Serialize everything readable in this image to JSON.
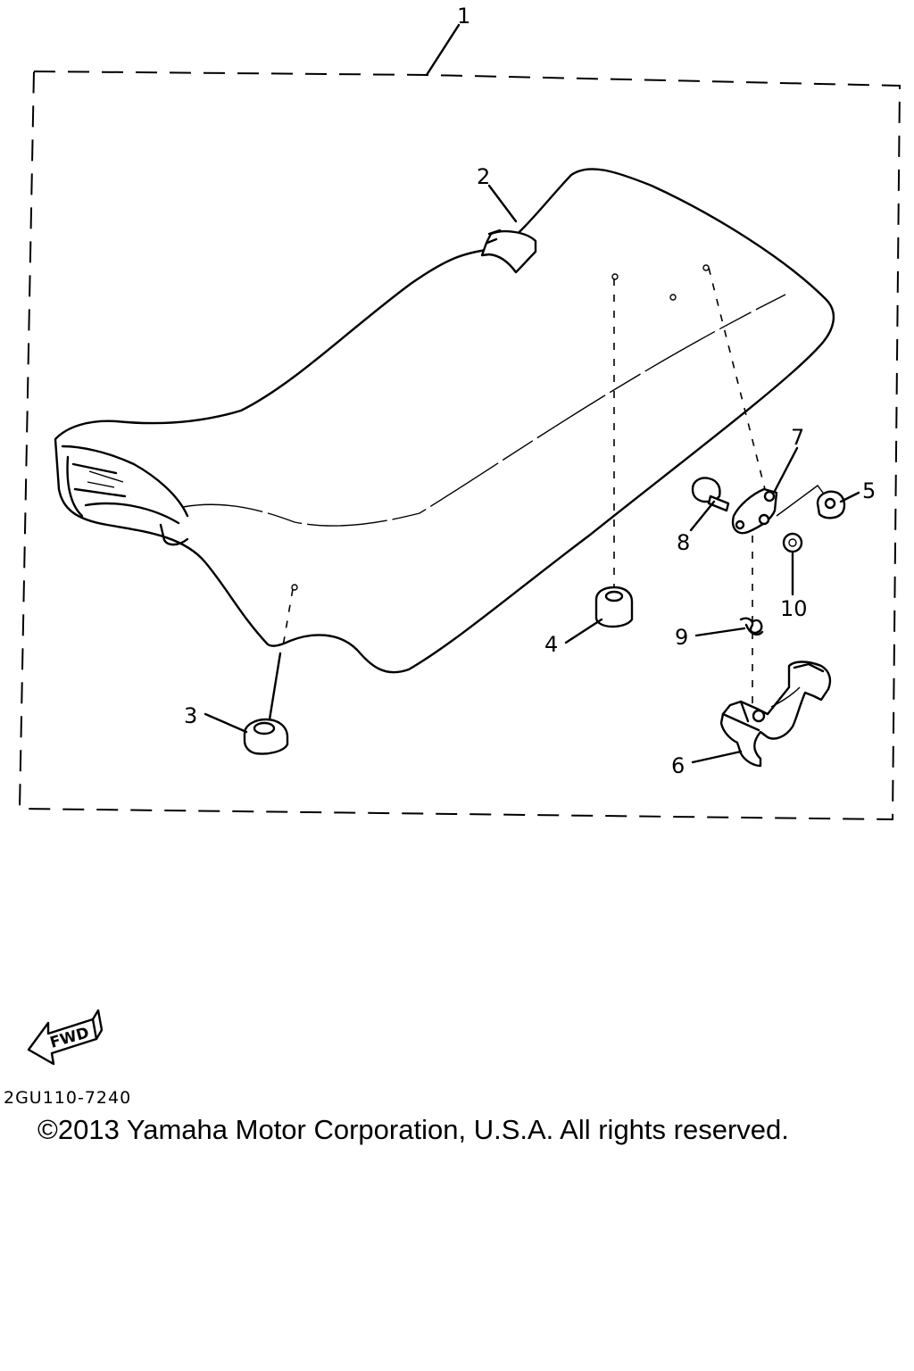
{
  "diagram": {
    "callouts": [
      "1",
      "2",
      "3",
      "4",
      "5",
      "6",
      "7",
      "8",
      "9",
      "10"
    ],
    "direction_label": "FWD",
    "part_code": "2GU110-7240",
    "copyright": "©2013 Yamaha Motor Corporation, U.S.A. All rights reserved."
  }
}
